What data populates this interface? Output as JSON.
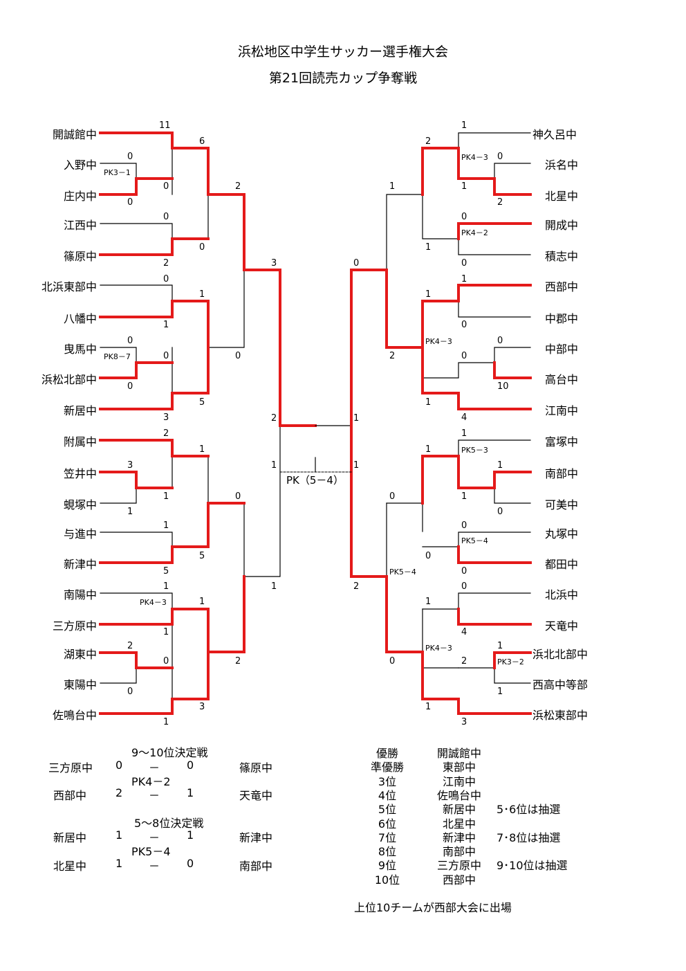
{
  "title_line1": "浜松地区中学生サッカー選手権大会",
  "title_line2": "第21回読売カップ争奪戦",
  "colors": {
    "winner": "#e41a1a",
    "line": "#000000"
  },
  "left_teams": [
    "開誠館中",
    "入野中",
    "庄内中",
    "江西中",
    "篠原中",
    "北浜東部中",
    "八幡中",
    "曳馬中",
    "浜松北部中",
    "新居中",
    "附属中",
    "笠井中",
    "蜆塚中",
    "与進中",
    "新津中",
    "南陽中",
    "三方原中",
    "湖東中",
    "東陽中",
    "佐鳴台中"
  ],
  "right_teams": [
    "神久呂中",
    "浜名中",
    "北星中",
    "開成中",
    "積志中",
    "西部中",
    "中郡中",
    "中部中",
    "高台中",
    "江南中",
    "富塚中",
    "南部中",
    "可美中",
    "丸塚中",
    "都田中",
    "北浜中",
    "天竜中",
    "浜北北部中",
    "西高中等部",
    "浜松東部中"
  ],
  "scores": {
    "l1": "11",
    "l2": "6",
    "l3": "0",
    "l4": "0",
    "l5": "0",
    "l6": "2",
    "l7": "0",
    "l8": "0",
    "l9": "2",
    "l10": "3",
    "l11": "0",
    "l12": "1",
    "l13": "1",
    "l14": "0",
    "l15": "0",
    "l16": "0",
    "l17": "0",
    "l18": "5",
    "l19": "3",
    "l20": "2",
    "l21": "2",
    "l22": "1",
    "l23": "3",
    "l24": "1",
    "l25": "0",
    "l26": "1",
    "l27": "5",
    "l28": "5",
    "l29": "0",
    "l30": "1",
    "l31": "1",
    "l32": "1",
    "l33": "1",
    "l34": "2",
    "l35": "0",
    "l36": "0",
    "l37": "2",
    "l38": "3",
    "l39": "1",
    "l40": "1",
    "r1": "1",
    "r2": "2",
    "r3": "0",
    "r4": "1",
    "r5": "1",
    "r6": "2",
    "r7": "0",
    "r8": "1",
    "r9": "0",
    "r10": "0",
    "r11": "1",
    "r12": "1",
    "r13": "0",
    "r14": "0",
    "r15": "2",
    "r16": "0",
    "r17": "10",
    "r18": "1",
    "r19": "4",
    "r20": "1",
    "r21": "1",
    "r22": "1",
    "r23": "1",
    "r24": "0",
    "r25": "0",
    "r26": "0",
    "r27": "0",
    "r28": "0",
    "r29": "0",
    "r30": "1",
    "r31": "1",
    "r32": "4",
    "r33": "1",
    "r34": "2",
    "r35": "1",
    "r36": "0",
    "r37": "1",
    "r38": "3",
    "r39": "2",
    "r40": "1"
  },
  "pk_labels": {
    "l_pk1": "PK3－1",
    "l_pk2": "PK8－7",
    "l_pk3": "PK4－3",
    "r_pk1": "PK4－3",
    "r_pk2": "PK4－2",
    "r_pk3": "PK4－3",
    "r_pk4": "PK5－3",
    "r_pk5": "PK5－4",
    "r_pk6": "PK5－4",
    "r_pk7": "PK4－3",
    "r_pk8": "PK3－2"
  },
  "final": {
    "left_top": "2",
    "left_bottom": "1",
    "right_top": "1",
    "right_bottom": "1",
    "pk": "PK（5－4）"
  },
  "playoffs": {
    "p910_title": "9～10位決定戦",
    "p910_a_home": "三方原中",
    "p910_a_s1": "0",
    "p910_a_dash": "－",
    "p910_a_s2": "0",
    "p910_a_away": "篠原中",
    "p910_a_pk": "PK4－2",
    "p910_b_home": "西部中",
    "p910_b_s1": "2",
    "p910_b_dash": "－",
    "p910_b_s2": "1",
    "p910_b_away": "天竜中",
    "p58_title": "5～8位決定戦",
    "p58_a_home": "新居中",
    "p58_a_s1": "1",
    "p58_a_dash": "－",
    "p58_a_s2": "1",
    "p58_a_away": "新津中",
    "p58_a_pk": "PK5－4",
    "p58_b_home": "北星中",
    "p58_b_s1": "1",
    "p58_b_dash": "－",
    "p58_b_s2": "0",
    "p58_b_away": "南部中"
  },
  "standings": [
    {
      "rank": "優勝",
      "team": "開誠館中",
      "note": ""
    },
    {
      "rank": "準優勝",
      "team": "東部中",
      "note": ""
    },
    {
      "rank": "3位",
      "team": "江南中",
      "note": ""
    },
    {
      "rank": "4位",
      "team": "佐鳴台中",
      "note": ""
    },
    {
      "rank": "5位",
      "team": "新居中",
      "note": "5･6位は抽選"
    },
    {
      "rank": "6位",
      "team": "北星中",
      "note": ""
    },
    {
      "rank": "7位",
      "team": "新津中",
      "note": "7･8位は抽選"
    },
    {
      "rank": "8位",
      "team": "南部中",
      "note": ""
    },
    {
      "rank": "9位",
      "team": "三方原中",
      "note": "9･10位は抽選"
    },
    {
      "rank": "10位",
      "team": "西部中",
      "note": ""
    }
  ],
  "footer_note": "上位10チームが西部大会に出場"
}
